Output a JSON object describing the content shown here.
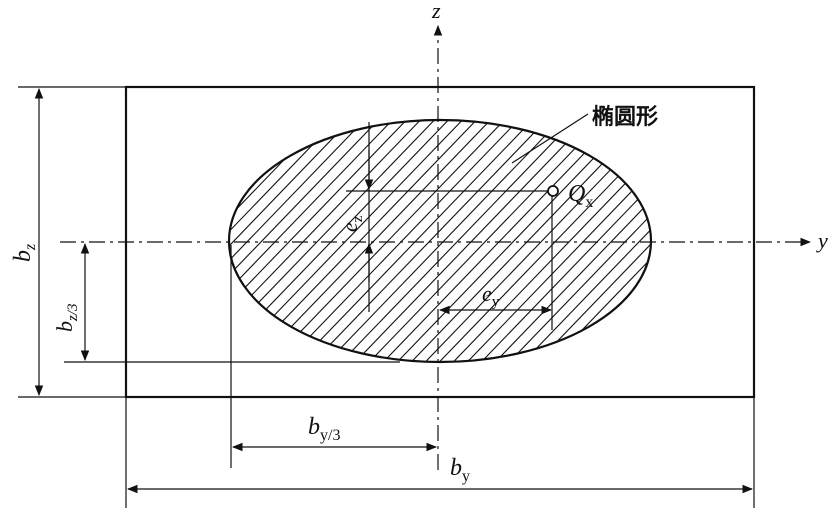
{
  "labels": {
    "axis_z": "z",
    "axis_y": "y",
    "ellipse_label": "椭圆形",
    "point_q": "Q",
    "point_q_sub": "x",
    "e_z": "e",
    "e_z_sub": "z",
    "e_y": "e",
    "e_y_sub": "y",
    "b_z": "b",
    "b_z_sub": "z",
    "b_z3": "b",
    "b_z3_sub": "z/3",
    "b_y3": "b",
    "b_y3_sub": "y/3",
    "b_y": "b",
    "b_y_sub": "y"
  },
  "colors": {
    "ink": "#111111",
    "background": "#ffffff"
  }
}
